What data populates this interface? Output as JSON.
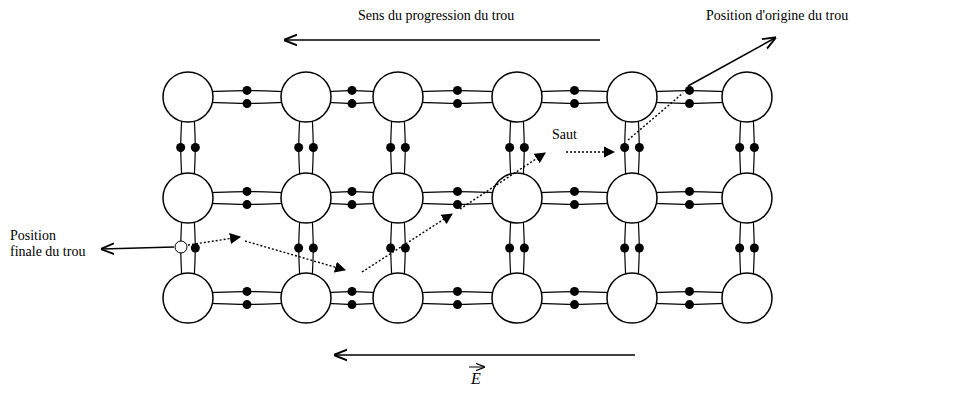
{
  "diagram": {
    "labels": [
      "Sens du progression du trou",
      "Position d'origine du trou",
      "Saut",
      "Position finale du trou",
      "E"
    ]
  }
}
